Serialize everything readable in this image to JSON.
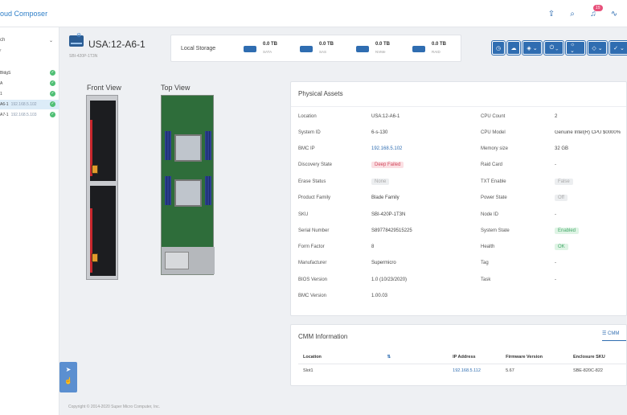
{
  "brand": {
    "part1": "oud",
    "part2": "Composer"
  },
  "topbar": {
    "notif_count": "15"
  },
  "sidebar": {
    "search_label": "ch",
    "small_label": "r",
    "items": [
      {
        "label": "BldgS",
        "ip": ""
      },
      {
        "label": "A",
        "ip": ""
      },
      {
        "label": "1",
        "ip": ""
      },
      {
        "label": "A6-1",
        "ip": "192.168.5.102"
      },
      {
        "label": "A7-1",
        "ip": "192.168.5.103"
      }
    ]
  },
  "server": {
    "name": "USA:12-A6-1",
    "sku": "SBI-420P-1T3N"
  },
  "storage": {
    "label": "Local Storage",
    "items": [
      {
        "value": "0.0 TB",
        "name": "SATA"
      },
      {
        "value": "0.0 TB",
        "name": "SAS"
      },
      {
        "value": "0.0 TB",
        "name": "NVMe"
      },
      {
        "value": "0.0 TB",
        "name": "RAID"
      }
    ]
  },
  "views": {
    "front": "Front View",
    "top": "Top View"
  },
  "assets": {
    "title": "Physical Assets",
    "left": [
      {
        "k": "Location",
        "v": "USA:12-A6-1"
      },
      {
        "k": "System ID",
        "v": "6-s-130"
      },
      {
        "k": "BMC IP",
        "v": "192.168.5.102"
      },
      {
        "k": "Discovery State",
        "v": "Deep Failed"
      },
      {
        "k": "Erase Status",
        "v": "None"
      },
      {
        "k": "Product Family",
        "v": "Blade Family"
      },
      {
        "k": "SKU",
        "v": "SBI-420P-1T3N"
      },
      {
        "k": "Serial Number",
        "v": "S89778429515225"
      },
      {
        "k": "Form Factor",
        "v": "8"
      },
      {
        "k": "Manufacturer",
        "v": "Supermicro"
      },
      {
        "k": "BIOS Version",
        "v": "1.0 (10/23/2020)"
      },
      {
        "k": "BMC Version",
        "v": "1.00.03"
      }
    ],
    "right": [
      {
        "k": "CPU Count",
        "v": "2"
      },
      {
        "k": "CPU Model",
        "v": "Genuine Intel(R) CPU $0000%"
      },
      {
        "k": "Memory size",
        "v": "32 GB"
      },
      {
        "k": "Raid Card",
        "v": "-"
      },
      {
        "k": "TXT Enable",
        "v": "False"
      },
      {
        "k": "Power State",
        "v": "Off"
      },
      {
        "k": "Node ID",
        "v": "-"
      },
      {
        "k": "System State",
        "v": "Enabled"
      },
      {
        "k": "Health",
        "v": "OK"
      },
      {
        "k": "Tag",
        "v": "-"
      },
      {
        "k": "Task",
        "v": "-"
      }
    ]
  },
  "cmm": {
    "title": "CMM Information",
    "tab": "CMM",
    "columns": [
      "Location",
      "IP Address",
      "Firmware Version",
      "Enclosure SKU"
    ],
    "rows": [
      [
        "Slot1",
        "192.168.5.112",
        "5.67",
        "SBE-820C-822"
      ]
    ]
  },
  "footer": "Copyright © 2014-2020 Super Micro Computer, Inc."
}
